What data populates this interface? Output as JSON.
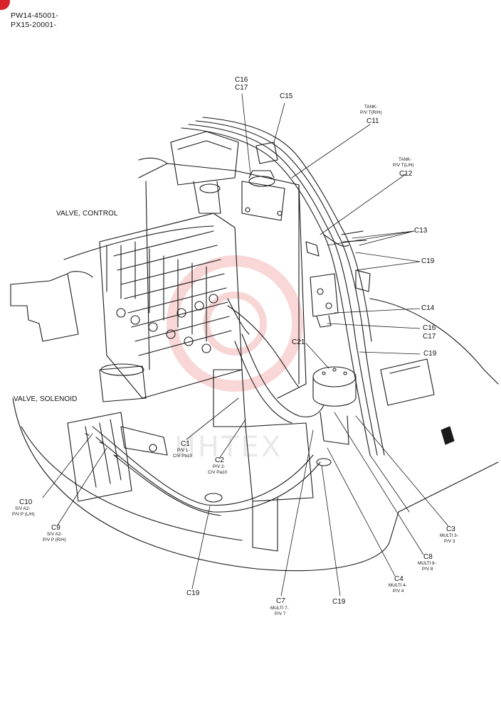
{
  "header": {
    "serial_1": "PW14-45001-",
    "serial_2": "PX15-20001-"
  },
  "components": {
    "control_valve": "VALVE, CONTROL",
    "solenoid_valve": "VALVE, SOLENOID"
  },
  "callouts": {
    "c16_top": "C16",
    "c17_top": "C17",
    "c15": "C15",
    "c11_desc1": "TANK-",
    "c11_desc2": "P/V T(R/H)",
    "c11": "C11",
    "c12_desc1": "TANK-",
    "c12_desc2": "P/V T(L/H)",
    "c12": "C12",
    "c13": "C13",
    "c19_a": "C19",
    "c14": "C14",
    "c16_mid": "C16",
    "c17_mid": "C17",
    "c21": "C21",
    "c19_b": "C19",
    "c1": "C1",
    "c1_desc1": "P/V 1-",
    "c1_desc2": "C/V Pb10",
    "c2": "C2",
    "c2_desc1": "P/V 2-",
    "c2_desc2": "C/V Pa10",
    "c10": "C10",
    "c10_desc1": "S/V A2-",
    "c10_desc2": "P/V P (L/H)",
    "c9": "C9",
    "c9_desc1": "S/V A2-",
    "c9_desc2": "P/V P (R/H)",
    "c19_c": "C19",
    "c7": "C7",
    "c7_desc1": "MULTI 7-",
    "c7_desc2": "P/V 7",
    "c19_d": "C19",
    "c4": "C4",
    "c4_desc1": "MULTI 4-",
    "c4_desc2": "P/V 4",
    "c8": "C8",
    "c8_desc1": "MULTI 8-",
    "c8_desc2": "P/V 8",
    "c3": "C3",
    "c3_desc1": "MULTI 3-",
    "c3_desc2": "P/V 3"
  },
  "watermark": "ИНТЕХ",
  "colors": {
    "line": "#1a1a1a",
    "watermark": "#e24a4a",
    "badge": "#d8232a"
  }
}
